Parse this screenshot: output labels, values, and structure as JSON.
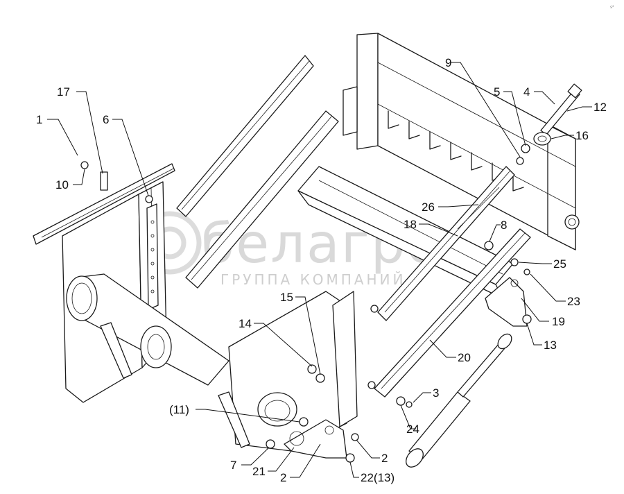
{
  "watermark": {
    "brand": "белагро",
    "subtitle": "ГРУППА КОМПАНИЙ"
  },
  "corner_mark": "s²",
  "callouts": [
    {
      "id": "c1",
      "label": "1"
    },
    {
      "id": "c17",
      "label": "17"
    },
    {
      "id": "c6",
      "label": "6"
    },
    {
      "id": "c10",
      "label": "10"
    },
    {
      "id": "c9",
      "label": "9"
    },
    {
      "id": "c5",
      "label": "5"
    },
    {
      "id": "c4",
      "label": "4"
    },
    {
      "id": "c12",
      "label": "12"
    },
    {
      "id": "c16",
      "label": "16"
    },
    {
      "id": "c26",
      "label": "26"
    },
    {
      "id": "c18",
      "label": "18"
    },
    {
      "id": "c8",
      "label": "8"
    },
    {
      "id": "c25",
      "label": "25"
    },
    {
      "id": "c23",
      "label": "23"
    },
    {
      "id": "c19",
      "label": "19"
    },
    {
      "id": "c13",
      "label": "13"
    },
    {
      "id": "c20",
      "label": "20"
    },
    {
      "id": "c15",
      "label": "15"
    },
    {
      "id": "c14",
      "label": "14"
    },
    {
      "id": "c3",
      "label": "3"
    },
    {
      "id": "c24",
      "label": "24"
    },
    {
      "id": "c11",
      "label": "(11)"
    },
    {
      "id": "c7",
      "label": "7"
    },
    {
      "id": "c21",
      "label": "21"
    },
    {
      "id": "c2a",
      "label": "2"
    },
    {
      "id": "c2b",
      "label": "2"
    },
    {
      "id": "c22",
      "label": "22(13)"
    }
  ]
}
